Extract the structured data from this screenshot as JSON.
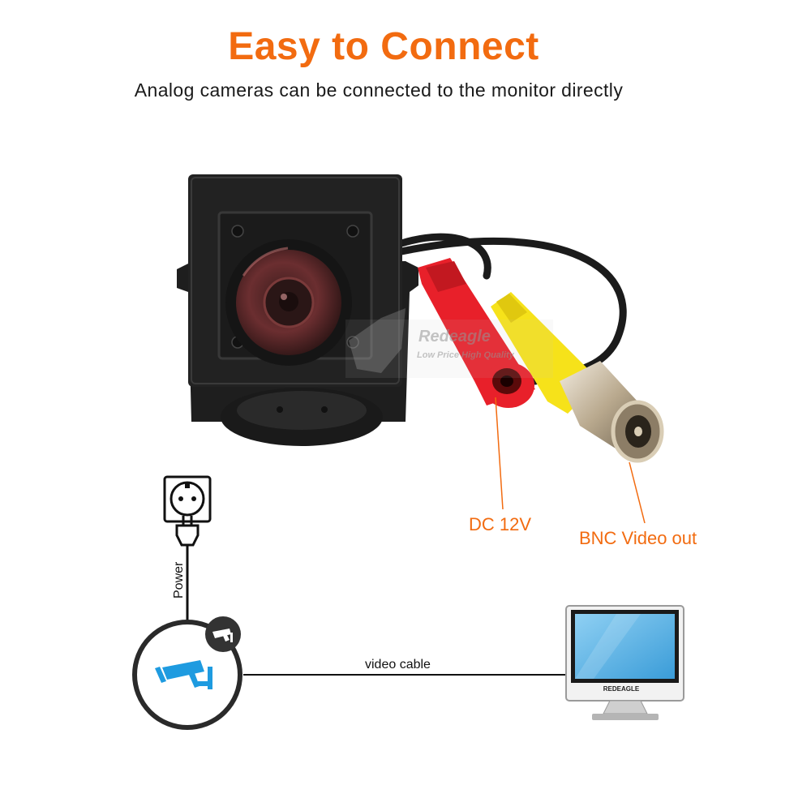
{
  "header": {
    "title": "Easy to Connect",
    "subtitle": "Analog cameras can be connected to the monitor directly"
  },
  "labels": {
    "dc": "DC 12V",
    "bnc": "BNC Video out",
    "power": "Power",
    "video_cable": "video cable"
  },
  "watermark": {
    "brand": "Redeagle",
    "slogan": "Low Price High Quality"
  },
  "monitor": {
    "brand": "REDEAGLE"
  },
  "colors": {
    "accent": "#f26b10",
    "camera_icon": "#1e9be0",
    "dc_connector": "#e8202a",
    "video_connector": "#f6e21a",
    "monitor_screen": "#5ab3e6"
  },
  "icons": [
    "power-socket-icon",
    "power-plug-icon",
    "cctv-camera-icon",
    "monitor-icon"
  ]
}
